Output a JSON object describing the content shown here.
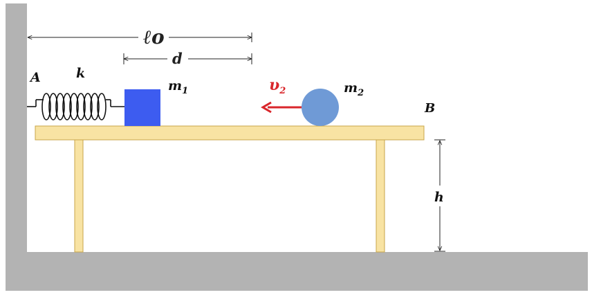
{
  "labels": {
    "natural_length": "ℓo",
    "distance": "d",
    "point_a": "A",
    "spring_constant": "k",
    "mass_1": "m1",
    "mass_2": "m2",
    "velocity_2": "υ2",
    "point_b": "B",
    "height": "h"
  },
  "colors": {
    "wall_floor": "#b3b3b3",
    "table": "#f8e3a3",
    "table_edge": "#c8a648",
    "block_m1": "#3d5cf0",
    "ball_m2": "#6f9ad6",
    "velocity_arrow": "#d9262b",
    "spring": "#111111",
    "dimension_line": "#222222"
  },
  "icons": {
    "velocity_arrow": "left-arrow"
  }
}
